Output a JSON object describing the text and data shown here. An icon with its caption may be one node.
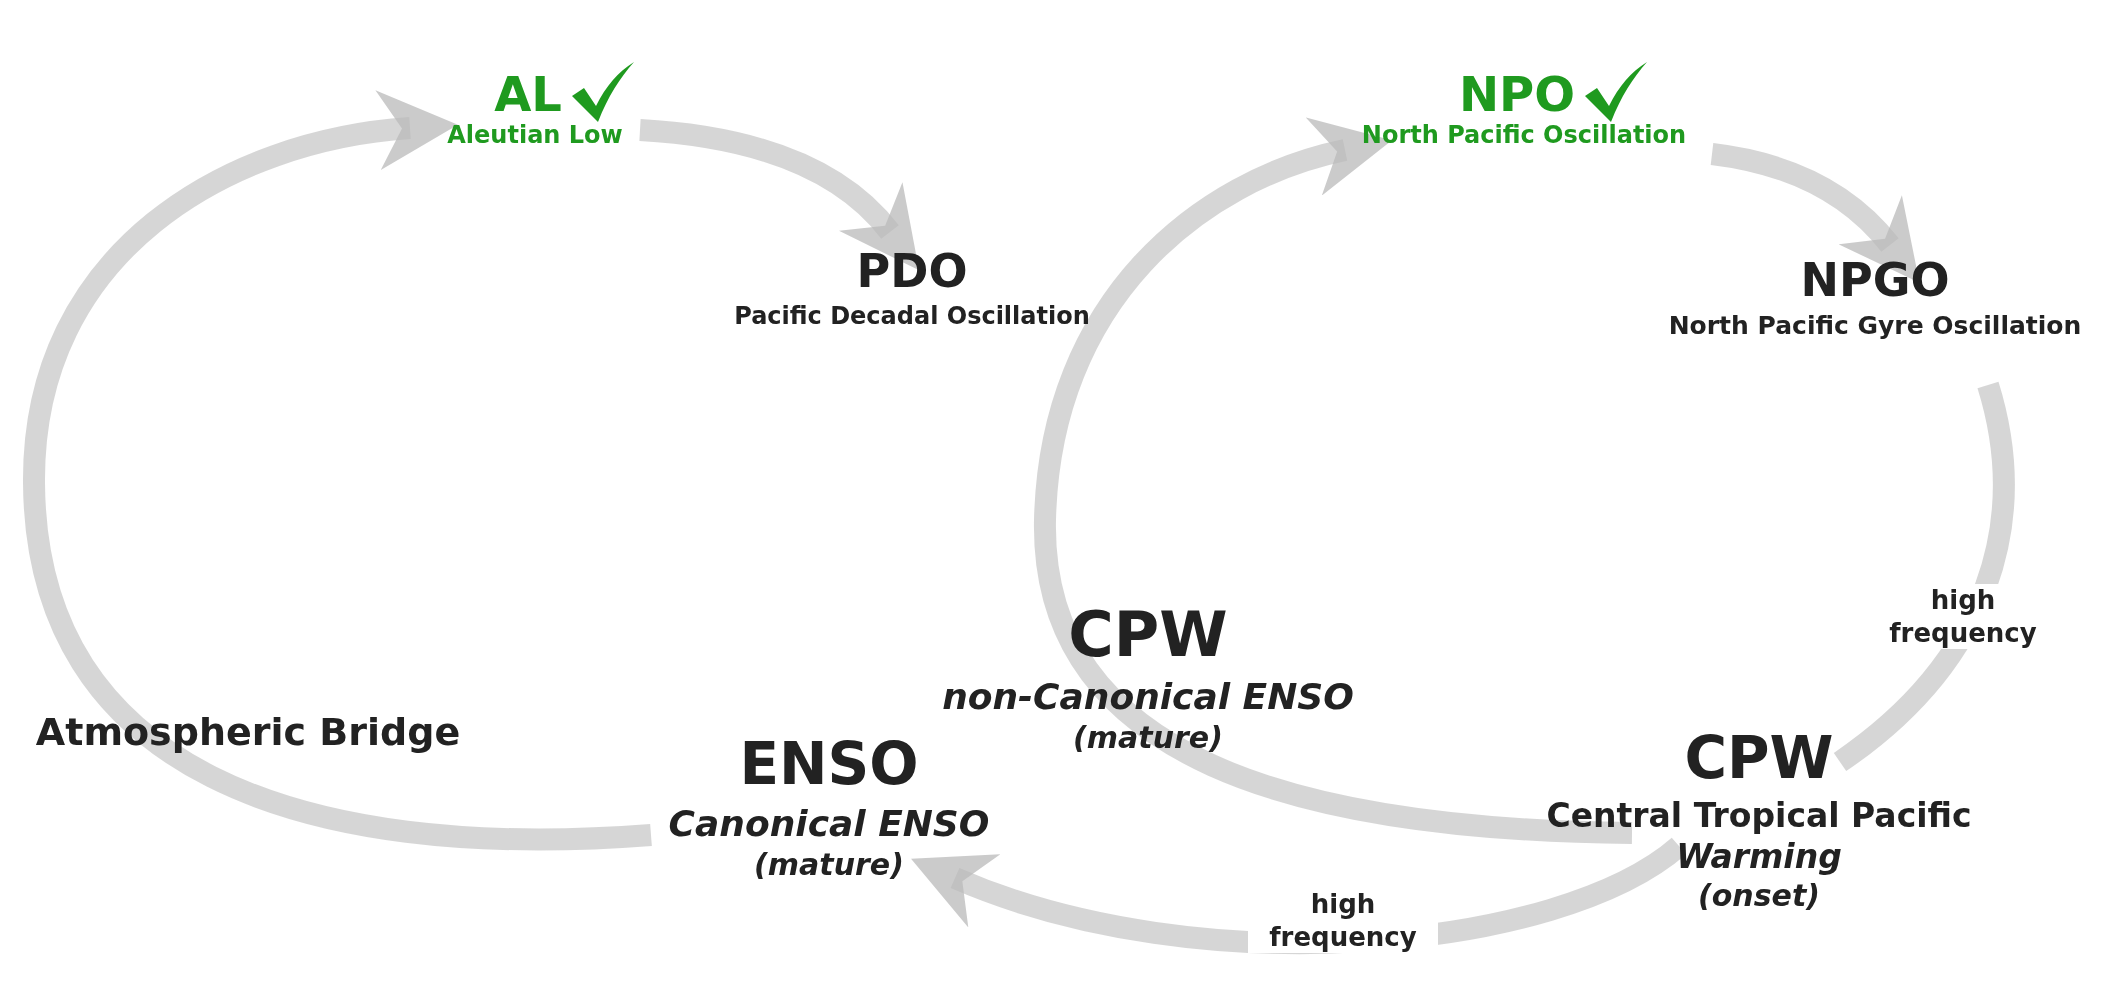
{
  "diagram": {
    "nodes": [
      {
        "text": [
          "AL",
          "Aleutian Low"
        ]
      },
      {
        "text": [
          "PDO",
          "Pacific Decadal Oscillation"
        ]
      },
      {
        "text": [
          "ENSO",
          "Canonical ENSO",
          "(mature)"
        ]
      },
      {
        "text": [
          "NPO",
          "North Pacific Oscillation"
        ]
      },
      {
        "text": [
          "NPGO",
          "North Pacific Gyre Oscillation"
        ]
      },
      {
        "text": [
          "CPW",
          "Central Tropical Pacific",
          "Warming",
          "(onset)"
        ]
      },
      {
        "text": [
          "CPW",
          "non-Canonical ENSO",
          "(mature)"
        ]
      }
    ],
    "edges": [
      {
        "from": 2,
        "to": 0,
        "arrow": "to"
      },
      {
        "from": 0,
        "to": 1,
        "arrow": "to"
      },
      {
        "from": 3,
        "to": 4,
        "arrow": "to"
      },
      {
        "from": 4,
        "to": 5,
        "arrow": "none",
        "label": "high frequency"
      },
      {
        "from": 5,
        "to": 2,
        "arrow": "to",
        "label": "high frequency"
      },
      {
        "from": 5,
        "to": 3,
        "arrow": "to"
      }
    ],
    "labels": [
      "Atmospheric Bridge"
    ]
  }
}
